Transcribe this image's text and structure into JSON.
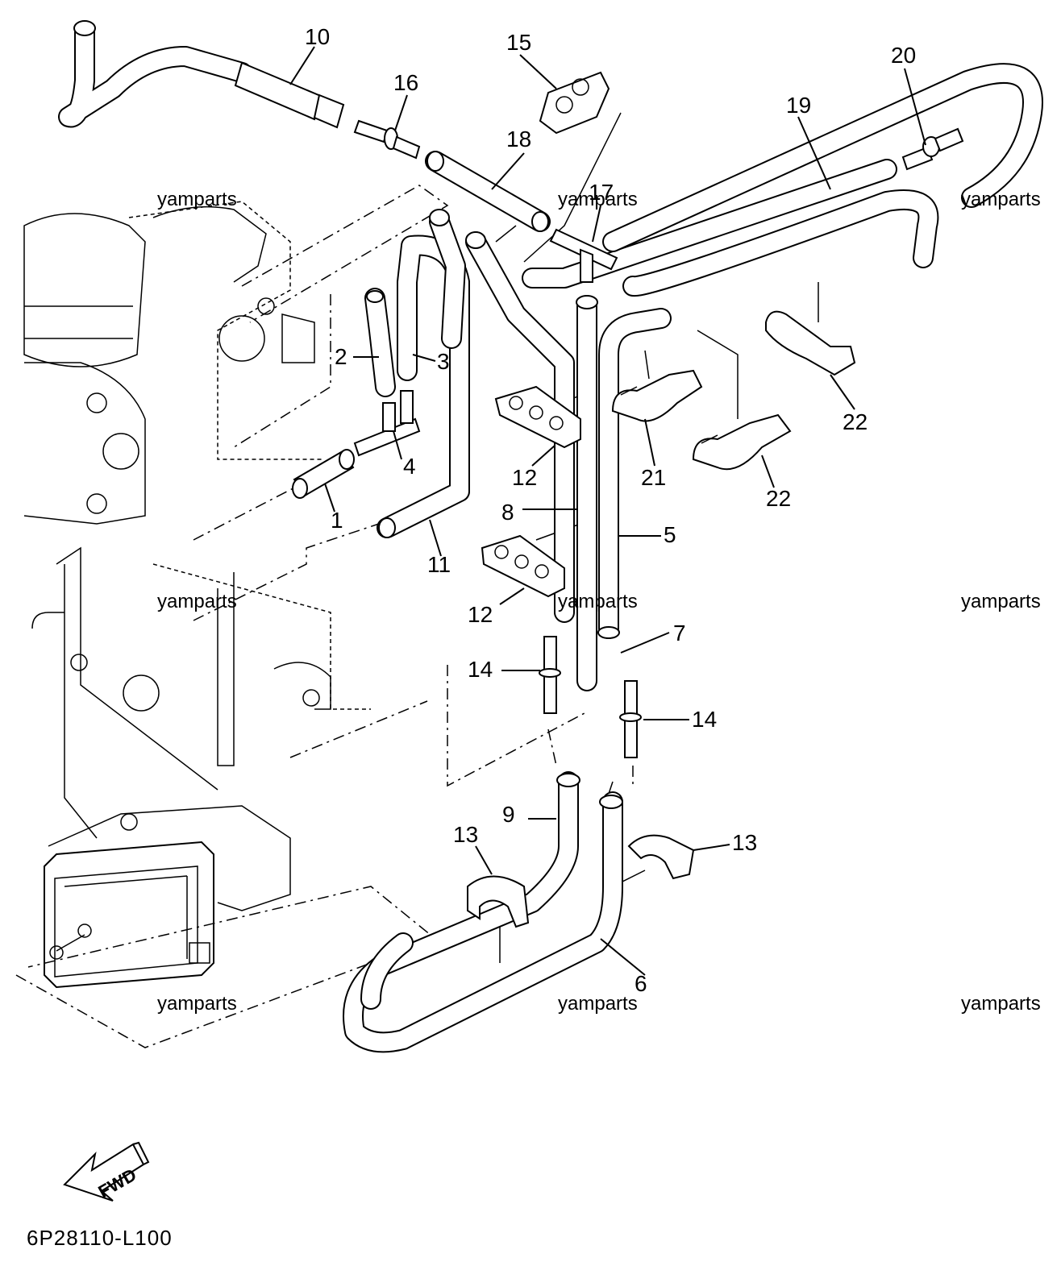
{
  "diagram": {
    "drawing_code": "6P28110-L100",
    "direction_label": "FWD",
    "watermark": "yamparts",
    "callouts": {
      "p1": "1",
      "p2": "2",
      "p3": "3",
      "p4": "4",
      "p5": "5",
      "p6": "6",
      "p7": "7",
      "p8": "8",
      "p9": "9",
      "p10": "10",
      "p11": "11",
      "p12a": "12",
      "p12b": "12",
      "p13a": "13",
      "p13b": "13",
      "p14a": "14",
      "p14b": "14",
      "p15": "15",
      "p16": "16",
      "p17": "17",
      "p18": "18",
      "p19": "19",
      "p20": "20",
      "p21": "21",
      "p22a": "22",
      "p22b": "22"
    }
  }
}
